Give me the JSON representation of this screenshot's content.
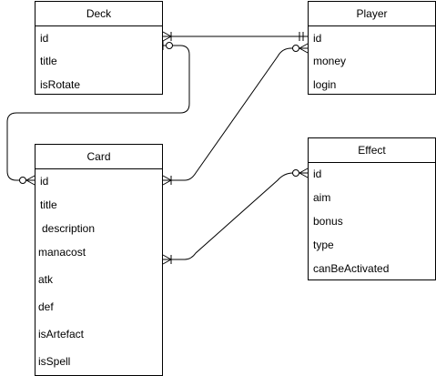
{
  "diagram": {
    "entities": {
      "deck": {
        "title": "Deck",
        "fields": [
          "id",
          "title",
          "isRotate"
        ]
      },
      "player": {
        "title": "Player",
        "fields": [
          "id",
          "money",
          "login"
        ]
      },
      "card": {
        "title": "Card",
        "fields": [
          "id",
          "title",
          "description",
          "manacost",
          "atk",
          "def",
          "isArtefact",
          "isSpell"
        ]
      },
      "effect": {
        "title": "Effect",
        "fields": [
          "id",
          "aim",
          "bonus",
          "type",
          "canBeActivated"
        ]
      }
    },
    "relationships": [
      {
        "from": "deck.id",
        "to": "player.id",
        "from_end": "one-or-many",
        "to_end": "one-and-only-one"
      },
      {
        "from": "deck.id",
        "to": "card.id",
        "from_end": "zero-or-one",
        "to_end": "zero-or-many"
      },
      {
        "from": "card.id",
        "to": "player.id",
        "from_end": "one-or-many",
        "to_end": "zero-or-many"
      },
      {
        "from": "card.manacost",
        "to": "effect.id",
        "from_end": "one-or-many",
        "to_end": "zero-or-many"
      }
    ]
  }
}
